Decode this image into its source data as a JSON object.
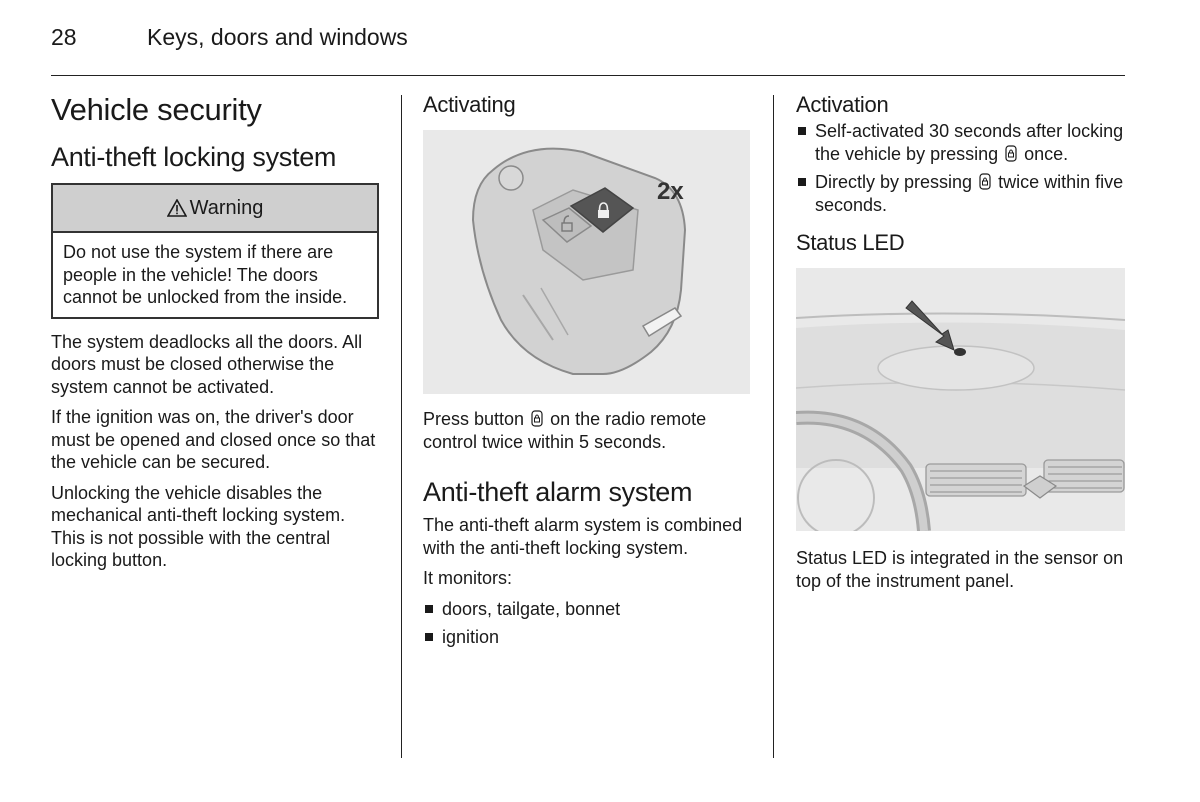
{
  "header": {
    "page_number": "28",
    "section": "Keys, doors and windows"
  },
  "col1": {
    "title": "Vehicle security",
    "subtitle": "Anti-theft locking system",
    "warning": {
      "label": "Warning",
      "text": "Do not use the system if there are people in the vehicle! The doors cannot be unlocked from the inside."
    },
    "para1": "The system deadlocks all the doors. All doors must be closed otherwise the system cannot be activated.",
    "para2": "If the ignition was on, the driver's door must be opened and closed once so that the vehicle can be secured.",
    "para3": "Unlocking the vehicle disables the mechanical anti-theft locking system. This is not possible with the central locking button."
  },
  "col2": {
    "activating_heading": "Activating",
    "figure_label": "2x",
    "press_pre": "Press button",
    "press_post": "on the radio remote control twice within 5 seconds.",
    "alarm_heading": "Anti-theft alarm system",
    "alarm_para": "The anti-theft alarm system is combined with the anti-theft locking system.",
    "monitors_intro": "It monitors:",
    "monitors": [
      "doors, tailgate, bonnet",
      "ignition"
    ]
  },
  "col3": {
    "activation_heading": "Activation",
    "item1_pre": "Self-activated 30 seconds after locking the vehicle by pressing",
    "item1_post": "once.",
    "item2_pre": "Directly by pressing",
    "item2_post": "twice within five seconds.",
    "status_heading": "Status LED",
    "status_para": "Status LED is integrated in the sensor on top of the instrument panel."
  },
  "icons": {
    "warning": "warning-triangle-icon",
    "lock": "lock-button-icon",
    "bullet": "square-bullet-icon"
  }
}
